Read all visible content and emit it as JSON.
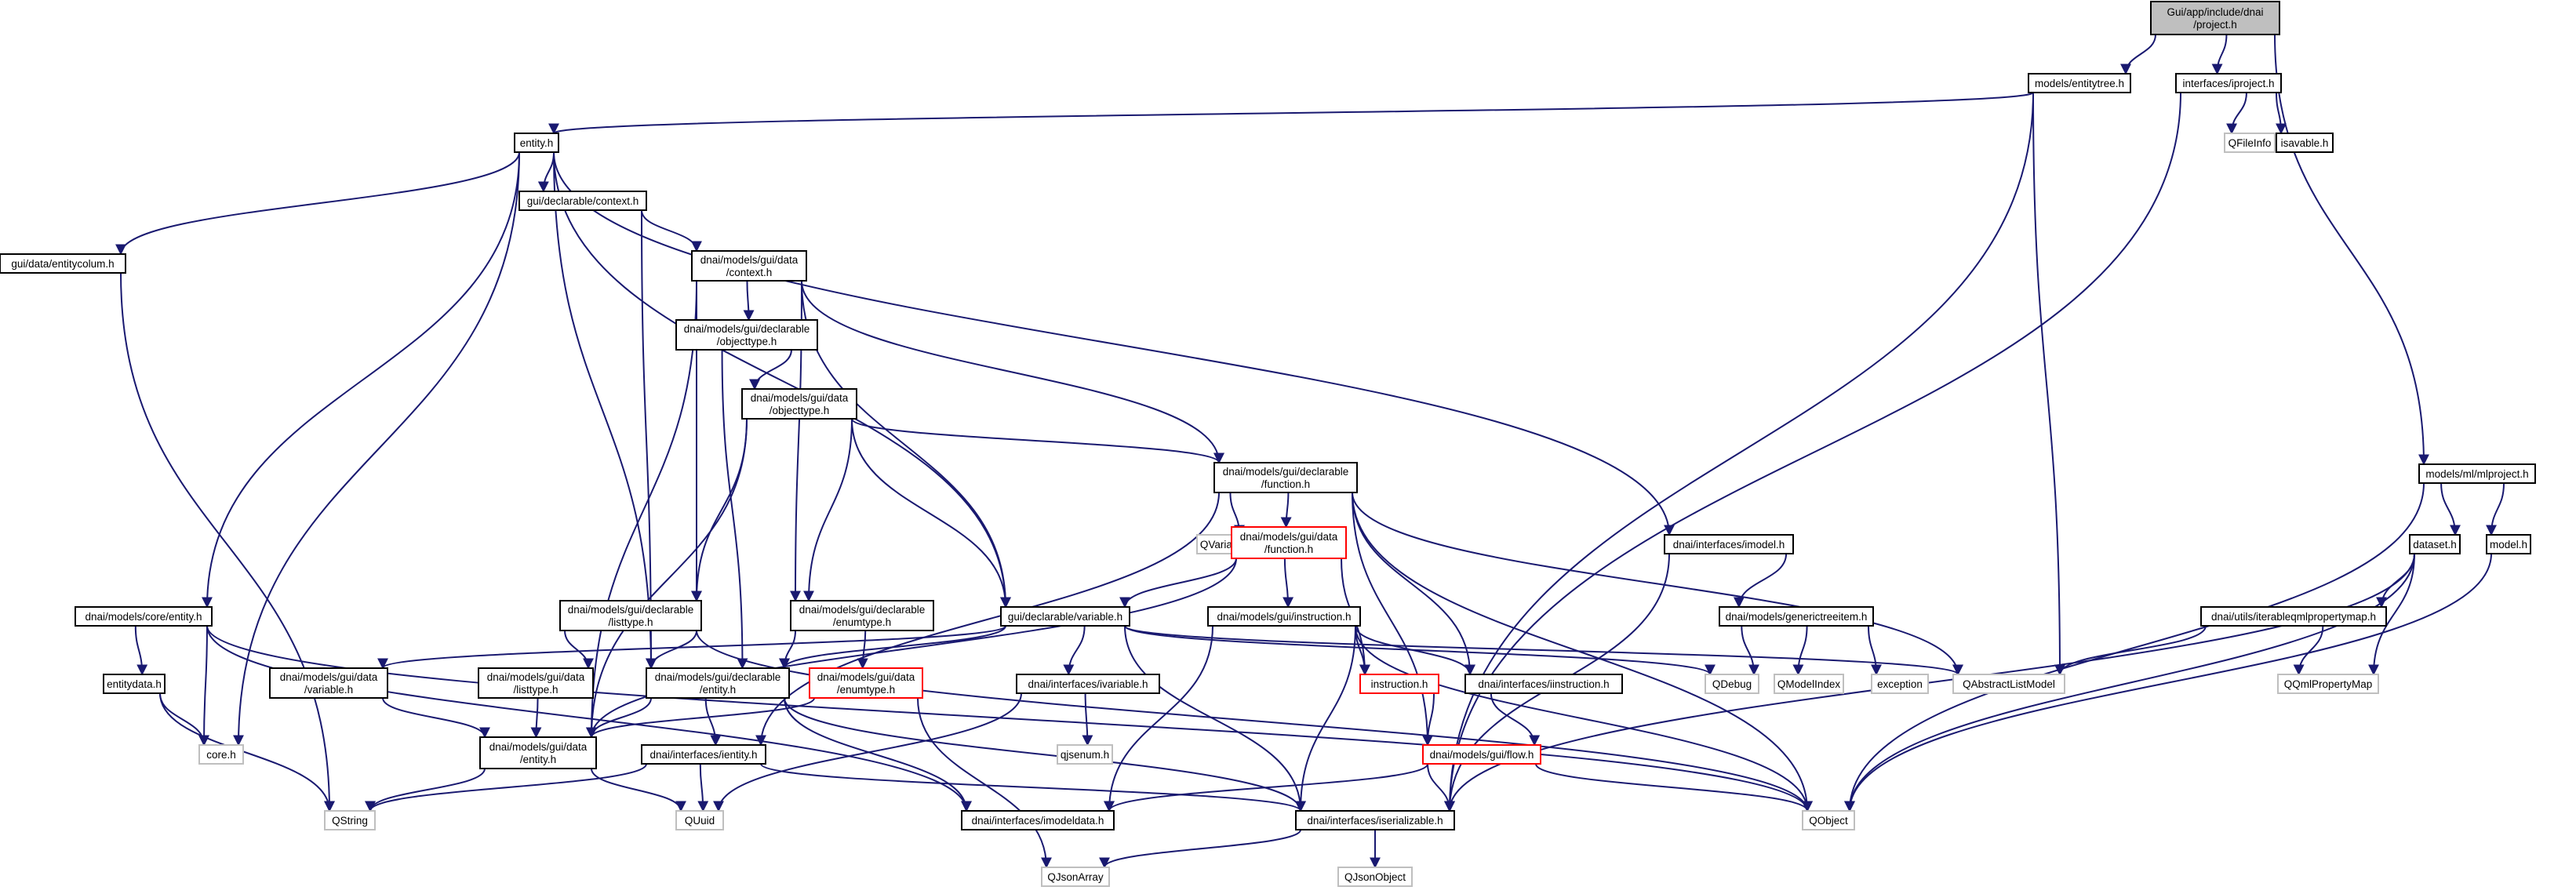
{
  "colors": {
    "edge": "#191970",
    "box_border": "#000000",
    "box_fill": "#ffffff",
    "root_fill": "#bfbfbf",
    "external_border": "#bfbfbf",
    "undocumented_border": "#ff0000",
    "external_text": "#666666"
  },
  "nodes": [
    {
      "id": "project",
      "lines": [
        "Gui/app/include/dnai",
        "/project.h"
      ],
      "kind": "root"
    },
    {
      "id": "entitytree",
      "lines": [
        "models/entitytree.h"
      ],
      "kind": "normal"
    },
    {
      "id": "iproject",
      "lines": [
        "interfaces/iproject.h"
      ],
      "kind": "normal"
    },
    {
      "id": "entity",
      "lines": [
        "entity.h"
      ],
      "kind": "normal"
    },
    {
      "id": "qfileinfo",
      "lines": [
        "QFileInfo"
      ],
      "kind": "external"
    },
    {
      "id": "isavable",
      "lines": [
        "isavable.h"
      ],
      "kind": "normal"
    },
    {
      "id": "ctx",
      "lines": [
        "gui/declarable/context.h"
      ],
      "kind": "normal"
    },
    {
      "id": "entitycolum",
      "lines": [
        "gui/data/entitycolum.h"
      ],
      "kind": "normal"
    },
    {
      "id": "dctx",
      "lines": [
        "dnai/models/gui/data",
        "/context.h"
      ],
      "kind": "normal"
    },
    {
      "id": "declobj",
      "lines": [
        "dnai/models/gui/declarable",
        "/objecttype.h"
      ],
      "kind": "normal"
    },
    {
      "id": "dataobj",
      "lines": [
        "dnai/models/gui/data",
        "/objecttype.h"
      ],
      "kind": "normal"
    },
    {
      "id": "declfunc",
      "lines": [
        "dnai/models/gui/declarable",
        "/function.h"
      ],
      "kind": "normal"
    },
    {
      "id": "mlproject",
      "lines": [
        "models/ml/mlproject.h"
      ],
      "kind": "normal"
    },
    {
      "id": "qvariant",
      "lines": [
        "QVariant"
      ],
      "kind": "external"
    },
    {
      "id": "datafunc",
      "lines": [
        "dnai/models/gui/data",
        "/function.h"
      ],
      "kind": "undocumented"
    },
    {
      "id": "imodel",
      "lines": [
        "dnai/interfaces/imodel.h"
      ],
      "kind": "normal"
    },
    {
      "id": "dataset",
      "lines": [
        "dataset.h"
      ],
      "kind": "normal"
    },
    {
      "id": "model",
      "lines": [
        "model.h"
      ],
      "kind": "normal"
    },
    {
      "id": "coreentity",
      "lines": [
        "dnai/models/core/entity.h"
      ],
      "kind": "normal"
    },
    {
      "id": "decllist",
      "lines": [
        "dnai/models/gui/declarable",
        "/listtype.h"
      ],
      "kind": "normal"
    },
    {
      "id": "declenum",
      "lines": [
        "dnai/models/gui/declarable",
        "/enumtype.h"
      ],
      "kind": "normal"
    },
    {
      "id": "declvar",
      "lines": [
        "gui/declarable/variable.h"
      ],
      "kind": "normal"
    },
    {
      "id": "instr",
      "lines": [
        "dnai/models/gui/instruction.h"
      ],
      "kind": "normal"
    },
    {
      "id": "gentree",
      "lines": [
        "dnai/models/generictreeitem.h"
      ],
      "kind": "normal"
    },
    {
      "id": "iterable",
      "lines": [
        "dnai/utils/iterableqmlpropertymap.h"
      ],
      "kind": "normal"
    },
    {
      "id": "entitydata",
      "lines": [
        "entitydata.h"
      ],
      "kind": "normal"
    },
    {
      "id": "datavar",
      "lines": [
        "dnai/models/gui/data",
        "/variable.h"
      ],
      "kind": "normal"
    },
    {
      "id": "datalist",
      "lines": [
        "dnai/models/gui/data",
        "/listtype.h"
      ],
      "kind": "normal"
    },
    {
      "id": "declent",
      "lines": [
        "dnai/models/gui/declarable",
        "/entity.h"
      ],
      "kind": "normal"
    },
    {
      "id": "dataenum",
      "lines": [
        "dnai/models/gui/data",
        "/enumtype.h"
      ],
      "kind": "undocumented"
    },
    {
      "id": "ivar",
      "lines": [
        "dnai/interfaces/ivariable.h"
      ],
      "kind": "normal"
    },
    {
      "id": "instrh",
      "lines": [
        "instruction.h"
      ],
      "kind": "undocumented"
    },
    {
      "id": "iinstr",
      "lines": [
        "dnai/interfaces/iinstruction.h"
      ],
      "kind": "normal"
    },
    {
      "id": "qdebug",
      "lines": [
        "QDebug"
      ],
      "kind": "external"
    },
    {
      "id": "qmodelindex",
      "lines": [
        "QModelIndex"
      ],
      "kind": "external"
    },
    {
      "id": "exception",
      "lines": [
        "exception"
      ],
      "kind": "external"
    },
    {
      "id": "qabslist",
      "lines": [
        "QAbstractListModel"
      ],
      "kind": "external"
    },
    {
      "id": "qqmlmap",
      "lines": [
        "QQmlPropertyMap"
      ],
      "kind": "external"
    },
    {
      "id": "coreh",
      "lines": [
        "core.h"
      ],
      "kind": "external"
    },
    {
      "id": "dataent",
      "lines": [
        "dnai/models/gui/data",
        "/entity.h"
      ],
      "kind": "normal"
    },
    {
      "id": "ientity",
      "lines": [
        "dnai/interfaces/ientity.h"
      ],
      "kind": "normal"
    },
    {
      "id": "qjsenum",
      "lines": [
        "qjsenum.h"
      ],
      "kind": "external"
    },
    {
      "id": "flow",
      "lines": [
        "dnai/models/gui/flow.h"
      ],
      "kind": "undocumented"
    },
    {
      "id": "qstring",
      "lines": [
        "QString"
      ],
      "kind": "external"
    },
    {
      "id": "quuid",
      "lines": [
        "QUuid"
      ],
      "kind": "external"
    },
    {
      "id": "imodeldata",
      "lines": [
        "dnai/interfaces/imodeldata.h"
      ],
      "kind": "normal"
    },
    {
      "id": "iserial",
      "lines": [
        "dnai/interfaces/iserializable.h"
      ],
      "kind": "normal"
    },
    {
      "id": "qobject",
      "lines": [
        "QObject"
      ],
      "kind": "external"
    },
    {
      "id": "qjsonarray",
      "lines": [
        "QJsonArray"
      ],
      "kind": "external"
    },
    {
      "id": "qjsonobject",
      "lines": [
        "QJsonObject"
      ],
      "kind": "external"
    }
  ],
  "edges": [
    [
      "project",
      "entitytree"
    ],
    [
      "project",
      "iproject"
    ],
    [
      "project",
      "mlproject"
    ],
    [
      "entitytree",
      "entity"
    ],
    [
      "entitytree",
      "qabslist"
    ],
    [
      "entitytree",
      "iserial"
    ],
    [
      "iproject",
      "qfileinfo"
    ],
    [
      "iproject",
      "isavable"
    ],
    [
      "iproject",
      "iserial"
    ],
    [
      "entity",
      "ctx"
    ],
    [
      "entity",
      "entitycolum"
    ],
    [
      "entity",
      "coreentity"
    ],
    [
      "entity",
      "coreh"
    ],
    [
      "entity",
      "declent"
    ],
    [
      "entity",
      "declvar"
    ],
    [
      "entity",
      "imodel"
    ],
    [
      "ctx",
      "dctx"
    ],
    [
      "ctx",
      "declent"
    ],
    [
      "entitycolum",
      "qstring"
    ],
    [
      "dctx",
      "declobj"
    ],
    [
      "dctx",
      "declfunc"
    ],
    [
      "dctx",
      "decllist"
    ],
    [
      "dctx",
      "declenum"
    ],
    [
      "dctx",
      "declvar"
    ],
    [
      "dctx",
      "dataent"
    ],
    [
      "declobj",
      "dataobj"
    ],
    [
      "declobj",
      "declent"
    ],
    [
      "dataobj",
      "declfunc"
    ],
    [
      "dataobj",
      "decllist"
    ],
    [
      "dataobj",
      "declenum"
    ],
    [
      "dataobj",
      "declvar"
    ],
    [
      "dataobj",
      "dataent"
    ],
    [
      "declfunc",
      "qvariant"
    ],
    [
      "declfunc",
      "datafunc"
    ],
    [
      "declfunc",
      "qabslist"
    ],
    [
      "declfunc",
      "iinstr"
    ],
    [
      "declfunc",
      "ientity"
    ],
    [
      "declfunc",
      "flow"
    ],
    [
      "declfunc",
      "qobject"
    ],
    [
      "datafunc",
      "declvar"
    ],
    [
      "datafunc",
      "instr"
    ],
    [
      "datafunc",
      "instrh"
    ],
    [
      "datafunc",
      "dataent"
    ],
    [
      "imodel",
      "gentree"
    ],
    [
      "imodel",
      "iserial"
    ],
    [
      "gentree",
      "qdebug"
    ],
    [
      "gentree",
      "qmodelindex"
    ],
    [
      "gentree",
      "exception"
    ],
    [
      "mlproject",
      "dataset"
    ],
    [
      "mlproject",
      "model"
    ],
    [
      "mlproject",
      "qobject"
    ],
    [
      "dataset",
      "iterable"
    ],
    [
      "dataset",
      "qqmlmap"
    ],
    [
      "dataset",
      "qobject"
    ],
    [
      "dataset",
      "iserial"
    ],
    [
      "iterable",
      "qqmlmap"
    ],
    [
      "iterable",
      "qabslist"
    ],
    [
      "model",
      "qobject"
    ],
    [
      "coreentity",
      "entitydata"
    ],
    [
      "coreentity",
      "coreh"
    ],
    [
      "coreentity",
      "qobject"
    ],
    [
      "coreentity",
      "imodeldata"
    ],
    [
      "entitydata",
      "coreh"
    ],
    [
      "entitydata",
      "qstring"
    ],
    [
      "decllist",
      "datalist"
    ],
    [
      "decllist",
      "declent"
    ],
    [
      "decllist",
      "qobject"
    ],
    [
      "declenum",
      "dataenum"
    ],
    [
      "declenum",
      "declent"
    ],
    [
      "declvar",
      "datavar"
    ],
    [
      "declvar",
      "declent"
    ],
    [
      "declvar",
      "ivar"
    ],
    [
      "declvar",
      "qdebug"
    ],
    [
      "declvar",
      "qabslist"
    ],
    [
      "declvar",
      "iserial"
    ],
    [
      "instr",
      "instrh"
    ],
    [
      "instr",
      "iinstr"
    ],
    [
      "instr",
      "imodeldata"
    ],
    [
      "instr",
      "iserial"
    ],
    [
      "instr",
      "qobject"
    ],
    [
      "datavar",
      "dataent"
    ],
    [
      "datalist",
      "dataent"
    ],
    [
      "declent",
      "ientity"
    ],
    [
      "declent",
      "dataent"
    ],
    [
      "declent",
      "imodeldata"
    ],
    [
      "declent",
      "iserial"
    ],
    [
      "dataenum",
      "dataent"
    ],
    [
      "dataenum",
      "qjsonarray"
    ],
    [
      "ivar",
      "qjsenum"
    ],
    [
      "ivar",
      "quuid"
    ],
    [
      "instrh",
      "flow"
    ],
    [
      "iinstr",
      "flow"
    ],
    [
      "dataent",
      "qstring"
    ],
    [
      "dataent",
      "quuid"
    ],
    [
      "ientity",
      "qstring"
    ],
    [
      "ientity",
      "quuid"
    ],
    [
      "ientity",
      "iserial"
    ],
    [
      "flow",
      "imodeldata"
    ],
    [
      "flow",
      "iserial"
    ],
    [
      "flow",
      "qobject"
    ],
    [
      "iserial",
      "qjsonarray"
    ],
    [
      "iserial",
      "qjsonobject"
    ]
  ]
}
